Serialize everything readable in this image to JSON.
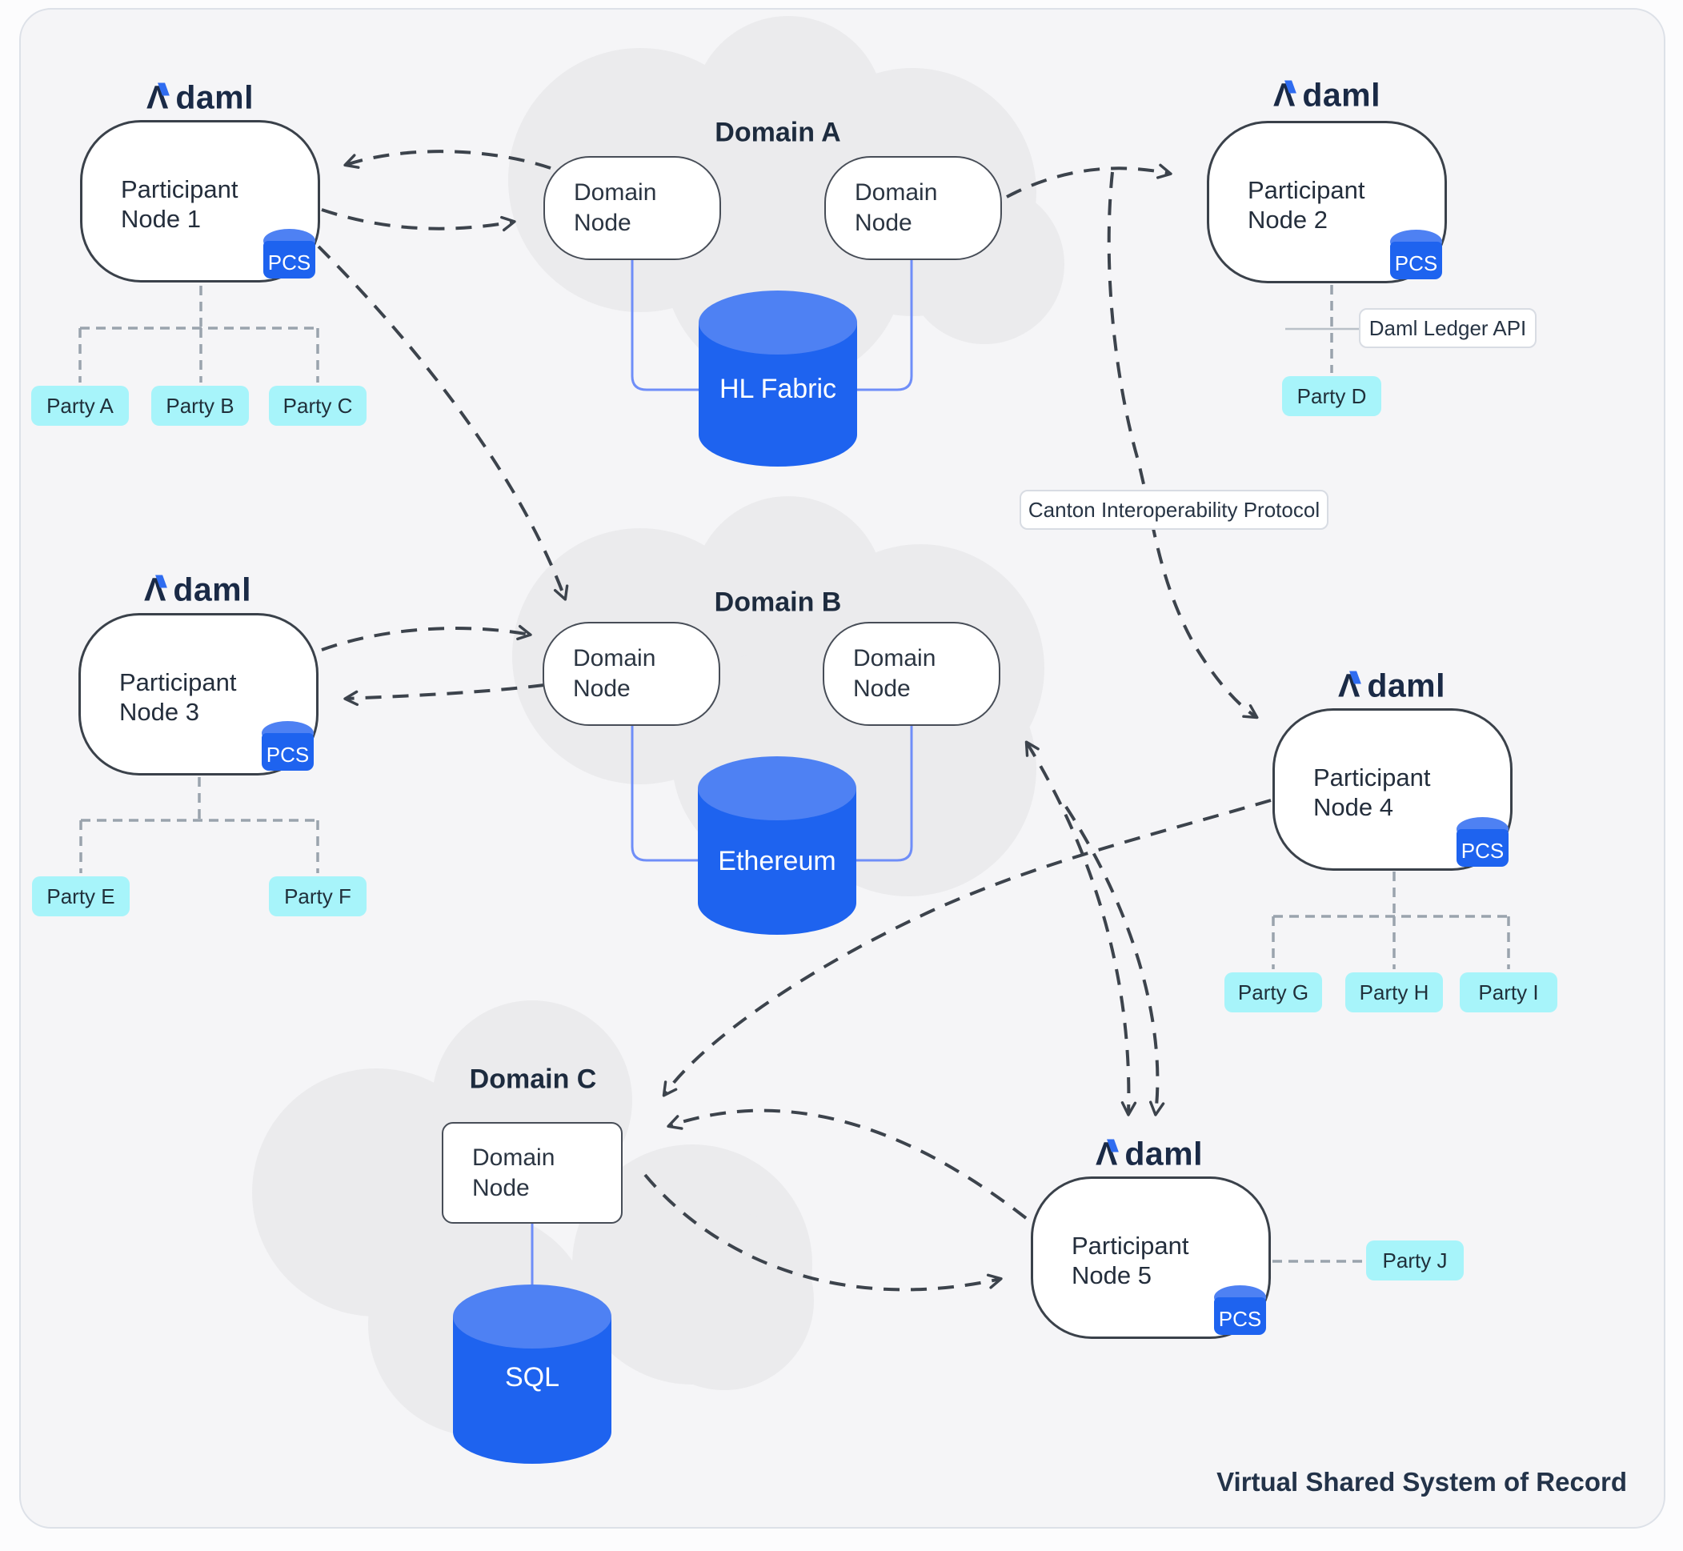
{
  "page": {
    "footer": "Virtual Shared System of Record"
  },
  "logo": {
    "mark": "Λ",
    "text": "daml"
  },
  "badges": {
    "pcs": "PCS"
  },
  "labels": {
    "canton": "Canton Interoperability Protocol",
    "ledger_api": "Daml Ledger API"
  },
  "participants": [
    {
      "name": "Participant\nNode 1"
    },
    {
      "name": "Participant\nNode 2"
    },
    {
      "name": "Participant\nNode 3"
    },
    {
      "name": "Participant\nNode 4"
    },
    {
      "name": "Participant\nNode 5"
    }
  ],
  "domains": [
    {
      "title": "Domain A",
      "node_label": "Domain\nNode",
      "ledger": "HL Fabric"
    },
    {
      "title": "Domain B",
      "node_label": "Domain\nNode",
      "ledger": "Ethereum"
    },
    {
      "title": "Domain C",
      "node_label": "Domain\nNode",
      "ledger": "SQL"
    }
  ],
  "parties": [
    {
      "name": "Party A"
    },
    {
      "name": "Party B"
    },
    {
      "name": "Party C"
    },
    {
      "name": "Party D"
    },
    {
      "name": "Party E"
    },
    {
      "name": "Party F"
    },
    {
      "name": "Party G"
    },
    {
      "name": "Party H"
    },
    {
      "name": "Party I"
    },
    {
      "name": "Party J"
    }
  ]
}
